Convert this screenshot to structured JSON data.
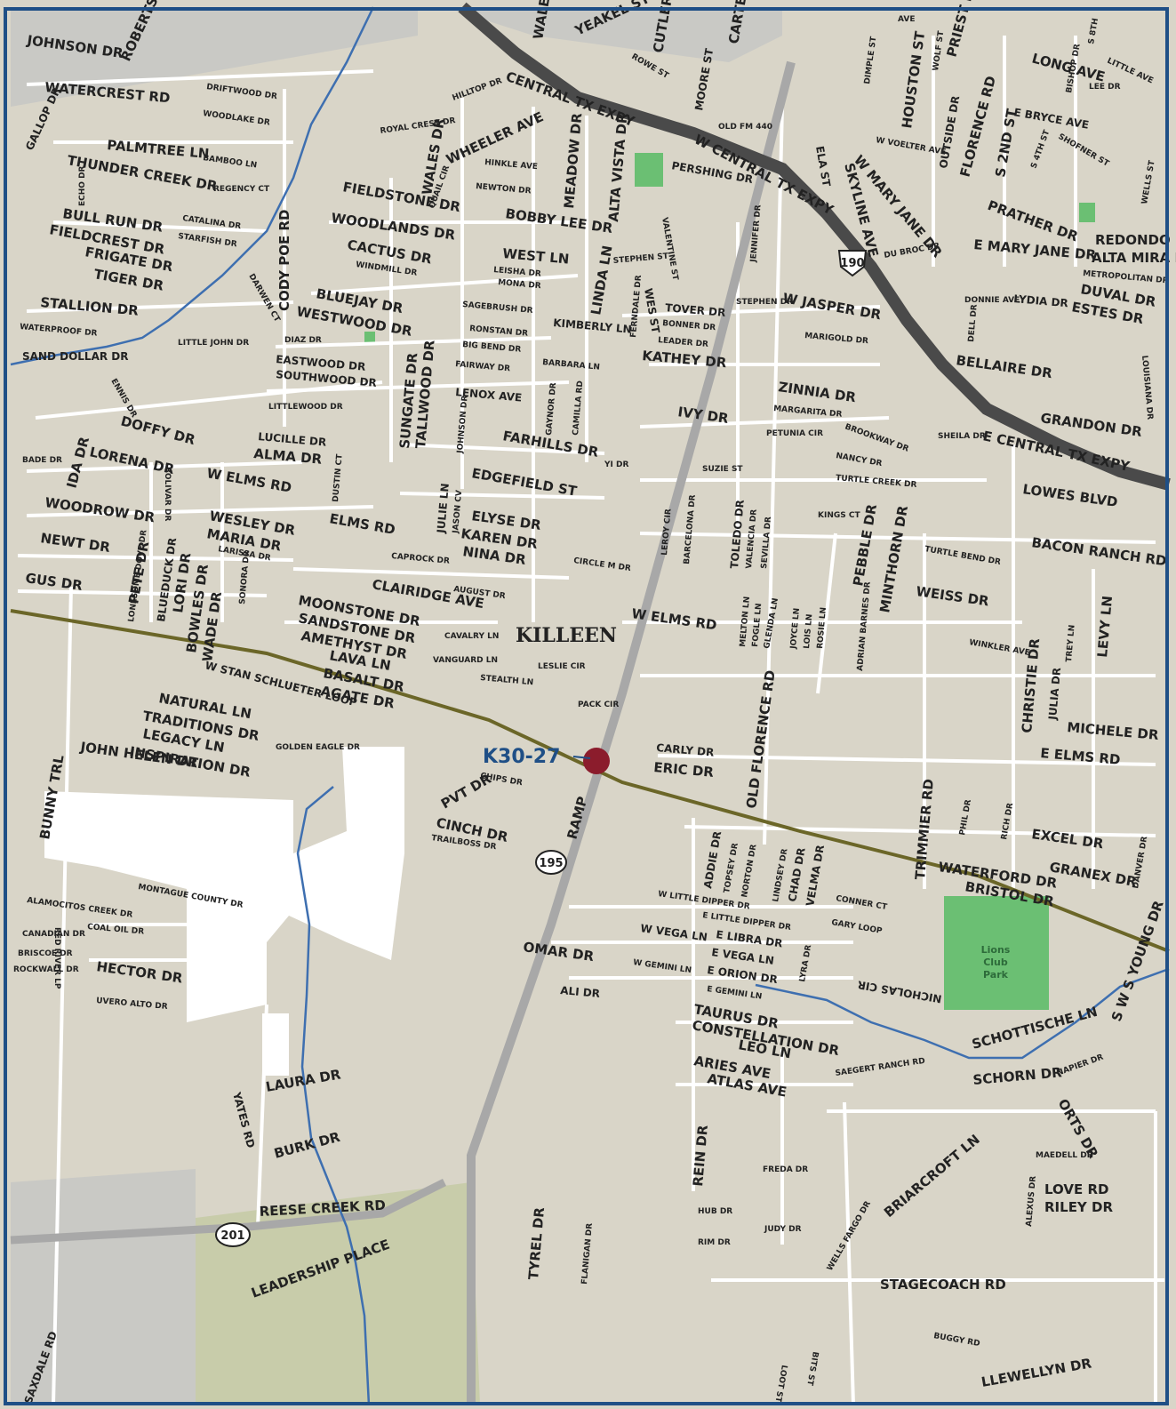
{
  "map": {
    "city_label": "KILLEEN",
    "marker": {
      "label": "K30-27",
      "color": "#8b1c2c"
    },
    "colors": {
      "land": "#d9d5c8",
      "road": "#ffffff",
      "highway": "#4a4a4a",
      "creek": "#3e6fb0",
      "park": "#6bbf73",
      "open_area": "#ffffff",
      "base_gray": "#c9c9c5",
      "frame": "#1f4f86",
      "top_band": "#e8a23a",
      "olive_field": "#c8ccaa",
      "loop_line": "#6b6628"
    },
    "shields": [
      {
        "id": "190",
        "label": "190"
      },
      {
        "id": "195",
        "label": "195"
      },
      {
        "id": "201",
        "label": "201"
      }
    ],
    "park": {
      "line1": "Lions",
      "line2": "Club",
      "line3": "Park"
    },
    "streets": {
      "johnson_dr": "JOHNSON DR",
      "roberts": "ROBERTS",
      "watercrest_rd": "WATERCREST RD",
      "gallop_dr": "GALLOP DR",
      "palmtree_ln": "PALMTREE LN",
      "thunder_creek_dr": "THUNDER CREEK DR",
      "bull_run_dr": "BULL RUN DR",
      "fieldcrest_dr": "FIELDCREST DR",
      "frigate_dr": "FRIGATE DR",
      "tiger_dr": "TIGER DR",
      "stallion_dr": "STALLION DR",
      "waterproof_dr": "WATERPROOF DR",
      "sand_dollar_dr": "SAND DOLLAR DR",
      "driftwood_dr": "DRIFTWOOD DR",
      "woodlake_dr": "WOODLAKE DR",
      "bamboo_ln": "BAMBOO LN",
      "regency_ct": "REGENCY CT",
      "catalina_dr": "CATALINA DR",
      "starfish_dr": "STARFISH DR",
      "echo_dr": "ECHO DR",
      "cody_poe_rd": "CODY POE RD",
      "fieldstone_dr": "FIELDSTONE DR",
      "woodlands_dr": "WOODLANDS DR",
      "cactus_dr": "CACTUS DR",
      "windmill_dr": "WINDMILL DR",
      "bluejay_dr": "BLUEJAY DR",
      "westwood_dr": "WESTWOOD DR",
      "darwen_ct": "DARWEN CT",
      "diaz_dr": "DIAZ DR",
      "eastwood_dr": "EASTWOOD DR",
      "southwood_dr": "SOUTHWOOD DR",
      "littlewood_dr": "LITTLEWOOD DR",
      "little_john_dr": "LITTLE JOHN DR",
      "ennis_dr": "ENNIS DR",
      "doffy_dr": "DOFFY DR",
      "lorena_dr": "LORENA DR",
      "bade_dr": "BADE DR",
      "ida_dr": "IDA DR",
      "w_elms_rd": "W ELMS RD",
      "bolivar_dr": "BOLIVAR DR",
      "woodrow_dr": "WOODROW DR",
      "wesley_dr": "WESLEY DR",
      "maria_dr": "MARIA DR",
      "larissa_dr": "LARISSA DR",
      "newt_dr": "NEWT DR",
      "pete_dr": "PETE DR",
      "lonesome_dove_dr": "LONESOME DOVE DR",
      "blueduck_dr": "BLUEDUCK DR",
      "lori_dr": "LORI DR",
      "bowles_dr": "BOWLES DR",
      "wade_dr": "WADE DR",
      "sonora_dr": "SONORA DR",
      "gus_dr": "GUS DR",
      "lucille_dr": "LUCILLE DR",
      "alma_dr": "ALMA DR",
      "dustin_ct": "DUSTIN CT",
      "elms_rd": "ELMS RD",
      "royal_crest_dr": "ROYAL CREST DR",
      "wales_dr": "WALES DR",
      "hilltop_dr": "HILLTOP DR",
      "wheeler_ave": "WHEELER AVE",
      "hinkle_ave": "HINKLE AVE",
      "quail_cir": "QUAIL CIR",
      "newton_dr": "NEWTON DR",
      "bobby_lee_dr": "BOBBY LEE DR",
      "west_ln": "WEST LN",
      "leisha_dr": "LEISHA DR",
      "mona_dr": "MONA DR",
      "sagebrush_dr": "SAGEBRUSH DR",
      "ronstan_dr": "RONSTAN DR",
      "big_bend_dr": "BIG BEND DR",
      "fairway_dr": "FAIRWAY DR",
      "kimberly_ln": "KIMBERLY LN",
      "barbara_ln": "BARBARA LN",
      "lenox_ave": "LENOX AVE",
      "gaynor_dr": "GAYNOR DR",
      "camilla_rd": "CAMILLA RD",
      "johnson_dr2": "JOHNSON DR",
      "farhills_dr": "FARHILLS DR",
      "edgefield_st": "EDGEFIELD ST",
      "julie_ln": "JULIE LN",
      "jason_cv": "JASON CV",
      "elyse_dr": "ELYSE DR",
      "karen_dr": "KAREN DR",
      "nina_dr": "NINA DR",
      "sungate_dr": "SUNGATE DR",
      "tallwood_dr": "TALLWOOD DR",
      "caprock_dr": "CAPROCK DR",
      "clairidge_ave": "CLAIRIDGE AVE",
      "august_dr": "AUGUST DR",
      "moonstone_dr": "MOONSTONE DR",
      "sandstone_dr": "SANDSTONE DR",
      "amethyst_dr": "AMETHYST DR",
      "lava_ln": "LAVA LN",
      "basalt_dr": "BASALT DR",
      "agate_dr": "AGATE DR",
      "cavalry_ln": "CAVALRY LN",
      "vanguard_ln": "VANGUARD LN",
      "stealth_ln": "STEALTH LN",
      "leslie_cir": "LESLIE CIR",
      "pack_cir": "PACK CIR",
      "circle_m_dr": "CIRCLE M DR",
      "w_stan_schlueter_loop": "W STAN SCHLUETER LOOP",
      "natural_ln": "NATURAL LN",
      "traditions_dr": "TRADITIONS DR",
      "legacy_ln": "LEGACY LN",
      "inspiration_dr": "INSPIRATION DR",
      "john_helen_dr": "JOHN HELEN DR",
      "golden_eagle_dr": "GOLDEN EAGLE DR",
      "bunny_trl": "BUNNY TRL",
      "chips_dr": "CHIPS DR",
      "pvt_dr": "PVT DR",
      "cinch_dr": "CINCH DR",
      "trailboss_dr": "TRAILBOSS DR",
      "ramp": "RAMP",
      "montague_county_dr": "MONTAGUE COUNTY DR",
      "alamocitos_creek_dr": "ALAMOCITOS CREEK DR",
      "coal_oil_dr": "COAL OIL DR",
      "canadian_dr": "CANADIAN DR",
      "red_river_lp": "RED RIVER LP",
      "briscoe_dr": "BRISCOE DR",
      "rockwall_dr": "ROCKWALL DR",
      "hector_dr": "HECTOR DR",
      "uvero_alto_dr": "UVERO ALTO DR",
      "yates_rd": "YATES RD",
      "laura_dr": "LAURA DR",
      "burk_dr": "BURK DR",
      "reese_creek_rd": "REESE CREEK RD",
      "leadership_place": "LEADERSHIP PLACE",
      "saxdale_rd": "SAXDALE RD",
      "wales_st": "WALES ST",
      "yeakel_st": "YEAKEL ST",
      "cutler_st": "CUTLER ST",
      "rowe_st": "ROWE ST",
      "moore_st": "MOORE ST",
      "carter_st": "CARTER ST",
      "old_fm_440": "OLD FM 440",
      "central_tx_expy": "CENTRAL TX EXPY",
      "w_central_tx_expy": "W CENTRAL TX EXPY",
      "meadow_dr": "MEADOW DR",
      "alta_vista_dr": "ALTA VISTA DR",
      "pershing_dr": "PERSHING DR",
      "valentine_st": "VALENTINE ST",
      "stephen_st": "STEPHEN ST",
      "linda_ln": "LINDA LN",
      "wes_st": "WES ST",
      "ferndale_dr": "FERNDALE DR",
      "tover_dr": "TOVER DR",
      "bonner_dr": "BONNER DR",
      "leader_dr": "LEADER DR",
      "kathey_dr": "KATHEY DR",
      "jennifer_dr": "JENNIFER DR",
      "stephen_dr": "STEPHEN DR",
      "w_jasper_dr": "W JASPER DR",
      "marigold_dr": "MARIGOLD DR",
      "zinnia_dr": "ZINNIA DR",
      "margarita_dr": "MARGARITA DR",
      "ivy_dr": "IVY DR",
      "petunia_cir": "PETUNIA CIR",
      "brookway_dr": "BROOKWAY DR",
      "nancy_dr": "NANCY DR",
      "turtle_creek_dr": "TURTLE CREEK DR",
      "suzie_st": "SUZIE ST",
      "yi_dr": "YI DR",
      "kings_ct": "KINGS CT",
      "leroy_cir": "LEROY CIR",
      "barcelona_dr": "BARCELONA DR",
      "toledo_dr": "TOLEDO DR",
      "valencia_dr": "VALENCIA DR",
      "sevilla_dr": "SEVILLA DR",
      "pebble_dr": "PEBBLE DR",
      "minthorn_dr": "MINTHORN DR",
      "turtle_bend_dr": "TURTLE BEND DR",
      "bacon_ranch_rd": "BACON RANCH RD",
      "weiss_dr": "WEISS DR",
      "w_elms_rd2": "W ELMS RD",
      "melton_ln": "MELTON LN",
      "fogle_ln": "FOGLE LN",
      "glenda_ln": "GLENDA LN",
      "joyce_ln": "JOYCE LN",
      "lois_ln": "LOIS LN",
      "rosie_ln": "ROSIE LN",
      "adrian_barnes_dr": "ADRIAN BARNES DR",
      "winkler_ave": "WINKLER AVE",
      "old_florence_rd": "OLD FLORENCE RD",
      "carly_dr": "CARLY DR",
      "eric_dr": "ERIC DR",
      "christie_dr": "CHRISTIE DR",
      "trey_ln": "TREY LN",
      "levy_ln": "LEVY LN",
      "julia_dr": "JULIA DR",
      "michele_dr": "MICHELE DR",
      "e_elms_rd": "E ELMS RD",
      "trimmier_rd": "TRIMMIER RD",
      "phil_dr": "PHIL DR",
      "rich_dr": "RICH DR",
      "excel_dr": "EXCEL DR",
      "granex_dr": "GRANEX DR",
      "danver_dr": "DANVER DR",
      "waterford_dr": "WATERFORD DR",
      "bristol_dr": "BRISTOL DR",
      "addie_dr": "ADDIE DR",
      "topsey_dr": "TOPSEY DR",
      "norton_dr": "NORTON DR",
      "lindsey_dr": "LINDSEY DR",
      "chad_dr": "CHAD DR",
      "velma_dr": "VELMA DR",
      "conner_ct": "CONNER CT",
      "gary_loop": "GARY LOOP",
      "w_little_dipper_dr": "W LITTLE DIPPER DR",
      "e_little_dipper_dr": "E LITTLE DIPPER DR",
      "w_vega_ln": "W VEGA LN",
      "e_libra_dr": "E LIBRA DR",
      "e_vega_ln": "E VEGA LN",
      "omar_dr": "OMAR DR",
      "w_gemini_ln": "W GEMINI LN",
      "e_orion_dr": "E ORION DR",
      "lyra_dr": "LYRA DR",
      "ali_dr": "ALI DR",
      "e_gemini_ln": "E GEMINI LN",
      "taurus_dr": "TAURUS DR",
      "constellation_dr": "CONSTELLATION DR",
      "leo_ln": "LEO LN",
      "aries_ave": "ARIES AVE",
      "atlas_ave": "ATLAS AVE",
      "nicholas_cir": "NICHOLAS CIR",
      "schottische_ln": "SCHOTTISCHE LN",
      "sw_s_young_dr": "S W S YOUNG DR",
      "saegert_ranch_rd": "SAEGERT RANCH RD",
      "schorn_dr": "SCHORN DR",
      "napier_dr": "NAPIER DR",
      "orts_dr": "ORTS DR",
      "maedell_dr": "MAEDELL DR",
      "briarcroft_ln": "BRIARCROFT LN",
      "alexus_dr": "ALEXUS DR",
      "love_rd": "LOVE RD",
      "riley_dr": "RILEY DR",
      "wells_fargo_dr": "WELLS FARGO DR",
      "rein_dr": "REIN DR",
      "hub_dr": "HUB DR",
      "rim_dr": "RIM DR",
      "freda_dr": "FREDA DR",
      "judy_dr": "JUDY DR",
      "tyrel_dr": "TYREL DR",
      "flanigan_dr": "FLANIGAN DR",
      "stagecoach_rd": "STAGECOACH RD",
      "buggy_rd": "BUGGY RD",
      "llewellyn_dr": "LLEWELLYN DR",
      "loot_st": "LOOT ST",
      "bits_st": "BITS ST",
      "houston_st": "HOUSTON ST",
      "wolf_st": "WOLF ST",
      "priest_dr": "PRIEST DR",
      "long_ave": "LONG AVE",
      "bishop_dr": "BISHOP DR",
      "lee_dr": "LEE DR",
      "little_ave": "LITTLE AVE",
      "s_8th_st": "S 8TH",
      "dimple_st": "DIMPLE ST",
      "ave": "AVE",
      "w_voelter_ave": "W VOELTER AVE",
      "outside_dr": "OUTSIDE DR",
      "florence_rd": "FLORENCE RD",
      "e_bryce_ave": "E BRYCE AVE",
      "s_2nd_st": "S 2ND ST",
      "s_4th_st": "S 4TH ST",
      "shofner_st": "SHOFNER ST",
      "wells_st": "WELLS ST",
      "ela_st": "ELA ST",
      "w_mary_jane_dr": "W MARY JANE DR",
      "skyline_ave": "SKYLINE AVE",
      "prather_dr": "PRATHER DR",
      "e_mary_jane_dr": "E MARY JANE DR",
      "redondo_dr": "REDONDO DR",
      "alta_mira_dr": "ALTA MIRA DR",
      "metropolitan_dr": "METROPOLITAN DR",
      "duval_dr": "DUVAL DR",
      "estes_dr": "ESTES DR",
      "lydia_dr": "LYDIA DR",
      "donnie_ave": "DONNIE AVE",
      "dell_dr": "DELL DR",
      "du_broc_dr": "DU BROC DR",
      "bellaire_dr": "BELLAIRE DR",
      "louisiana_dr": "LOUISIANA DR",
      "grandon_dr": "GRANDON DR",
      "sheila_dr": "SHEILA DR",
      "e_central_tx_expy": "E CENTRAL TX EXPY",
      "lowes_blvd": "LOWES BLVD"
    }
  }
}
